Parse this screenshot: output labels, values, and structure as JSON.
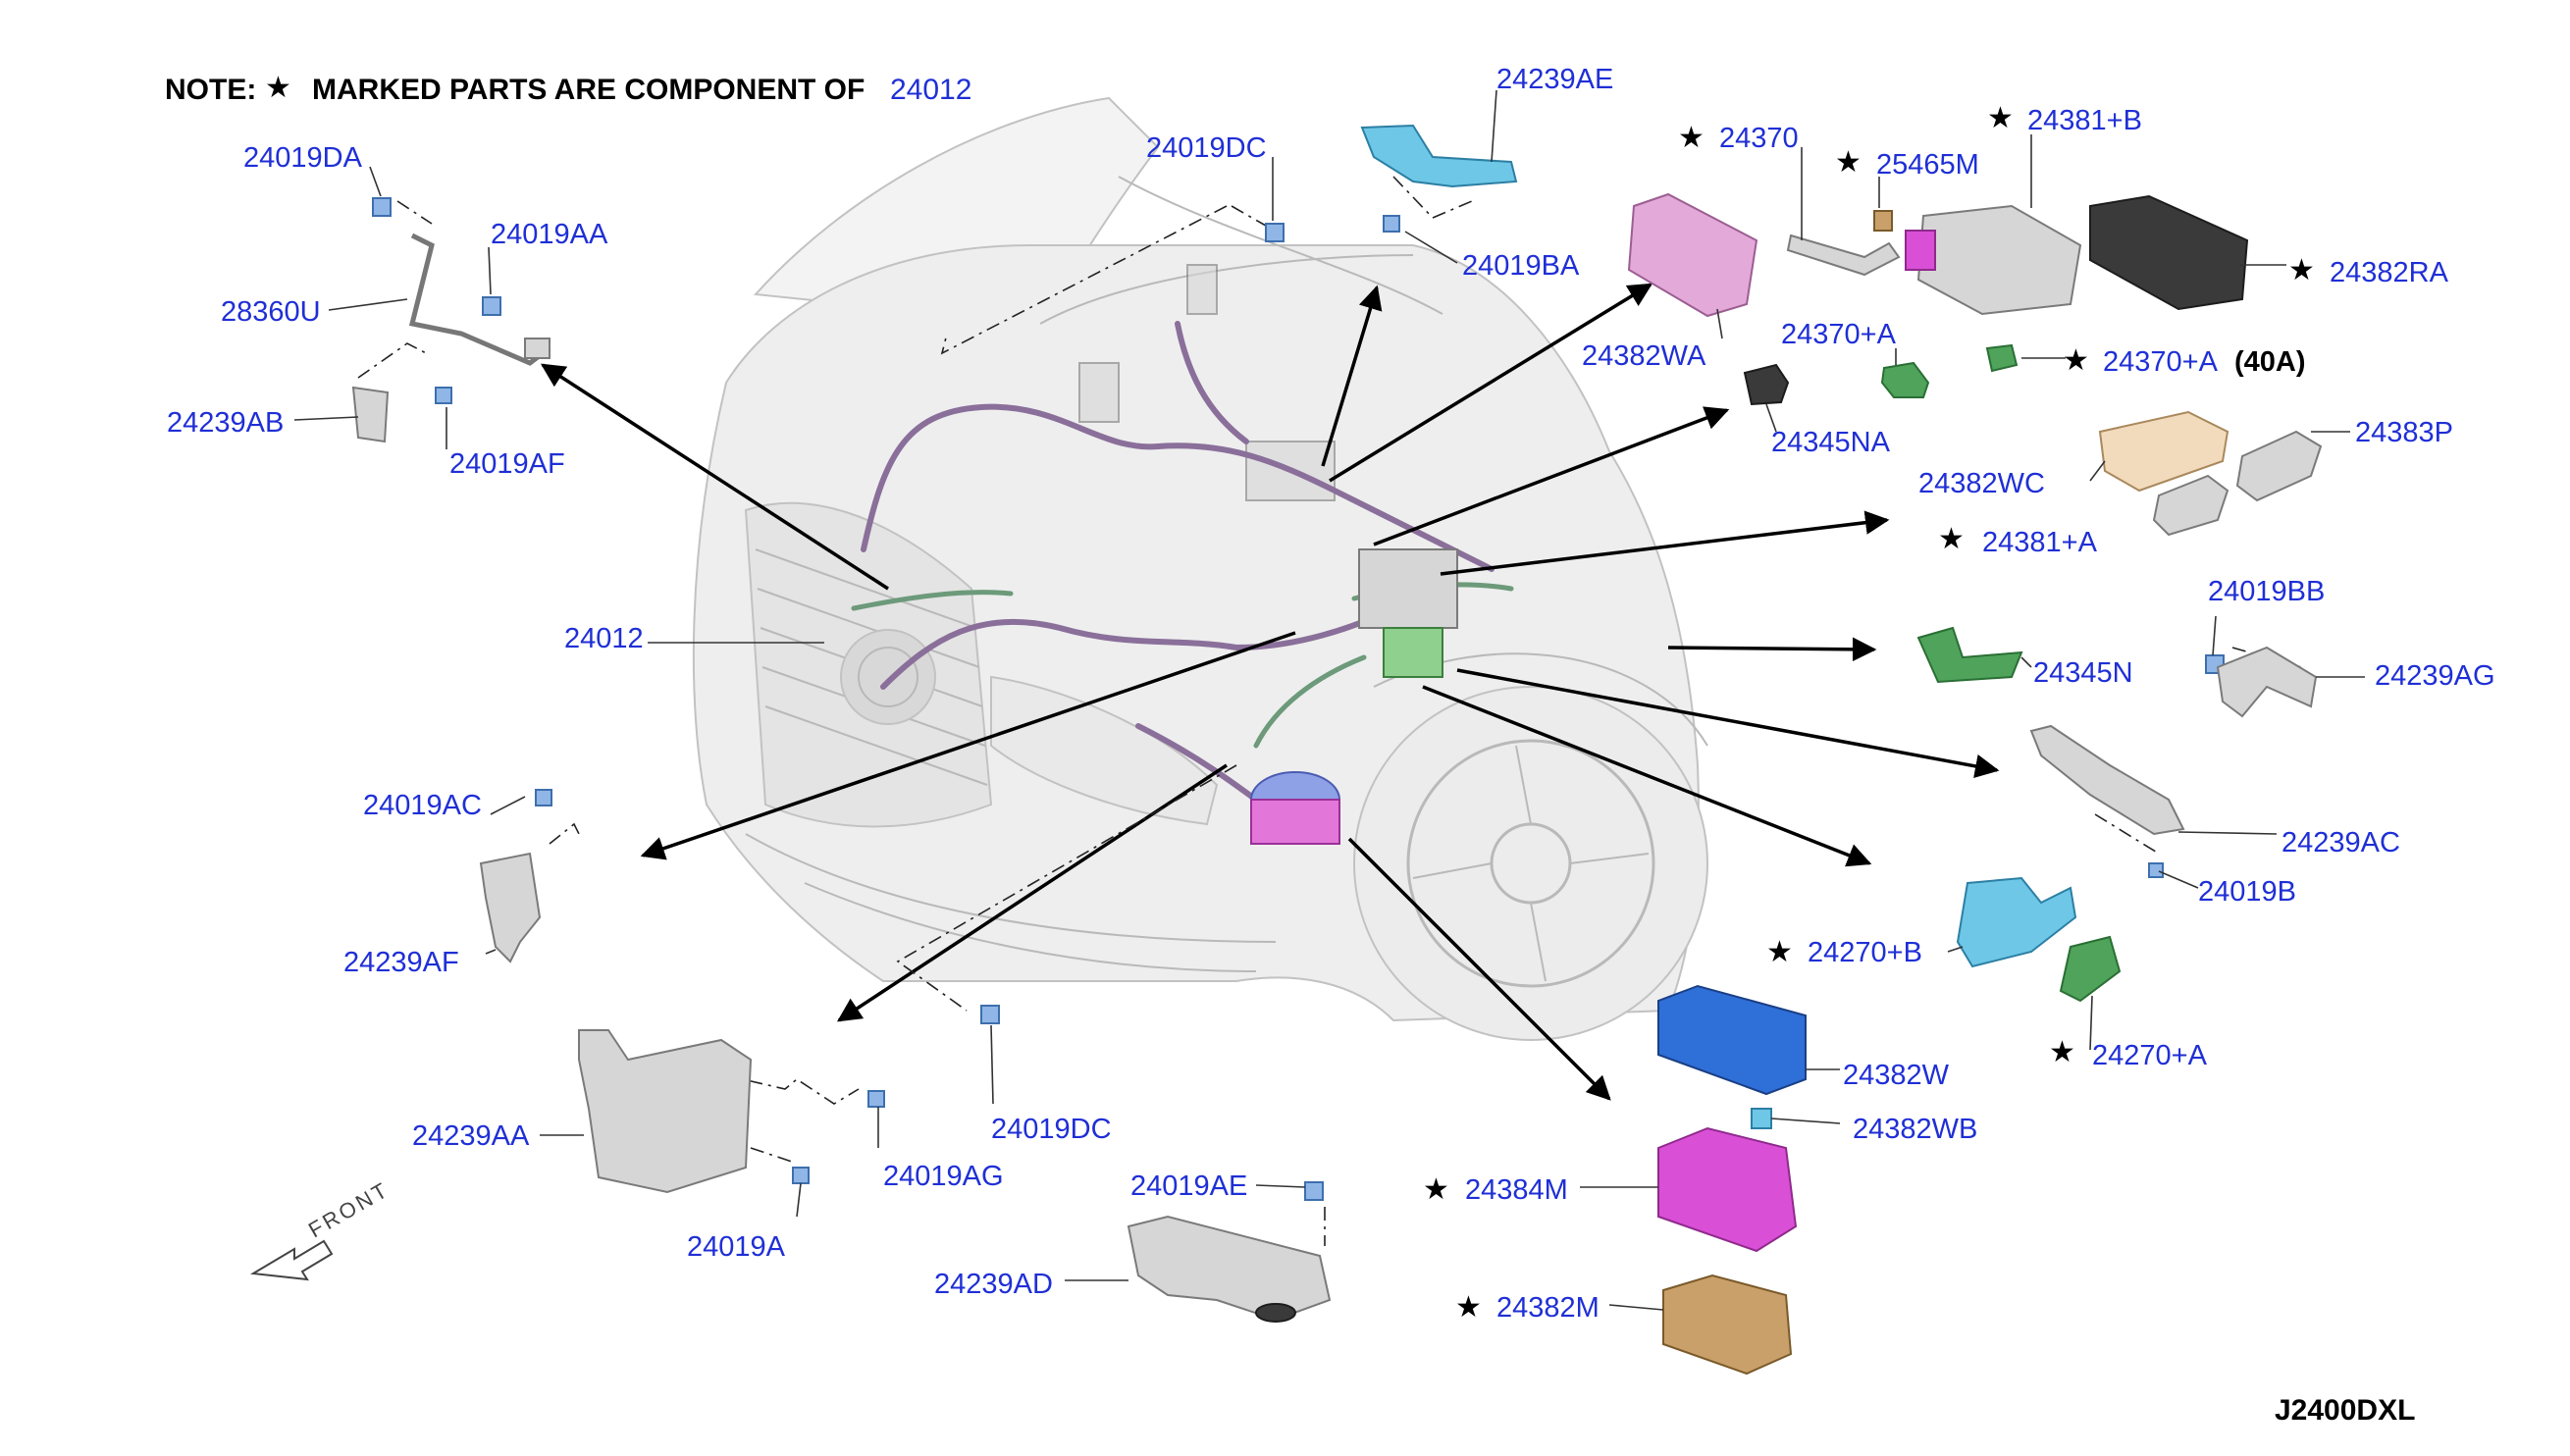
{
  "note": {
    "prefix": "NOTE:",
    "star_symbol": "★",
    "text": "MARKED PARTS ARE COMPONENT OF",
    "ref": "24012"
  },
  "diagram_code": "J2400DXL",
  "front_label": "FRONT",
  "amp_label": "(40A)",
  "colors": {
    "label_blue": "#1f2fd6",
    "part_blue": "#2f6fd8",
    "part_magenta": "#d94fd6",
    "part_tan": "#c9a06a",
    "part_green": "#4fa35a",
    "part_cyan": "#6ec7e6",
    "part_pink": "#e3a9d8"
  },
  "labels": {
    "l_24019DA": "24019DA",
    "l_24019AA": "24019AA",
    "l_28360U": "28360U",
    "l_24239AB": "24239AB",
    "l_24019AF": "24019AF",
    "l_24019DC_top": "24019DC",
    "l_24239AE": "24239AE",
    "l_24019BA": "24019BA",
    "l_24370": "24370",
    "l_25465M": "25465M",
    "l_24381B": "24381+B",
    "l_24382RA": "24382RA",
    "l_24382WA": "24382WA",
    "l_24370A_1": "24370+A",
    "l_24370A_2": "24370+A",
    "l_24345NA": "24345NA",
    "l_24382WC": "24382WC",
    "l_24383P": "24383P",
    "l_24381A": "24381+A",
    "l_24019BB": "24019BB",
    "l_24239AG": "24239AG",
    "l_24345N": "24345N",
    "l_24012": "24012",
    "l_24239AC": "24239AC",
    "l_24019B": "24019B",
    "l_24019AC": "24019AC",
    "l_24239AF": "24239AF",
    "l_24270B": "24270+B",
    "l_24270A": "24270+A",
    "l_24382W": "24382W",
    "l_24382WB": "24382WB",
    "l_24019DC_bot": "24019DC",
    "l_24239AA": "24239AA",
    "l_24019AG": "24019AG",
    "l_24019A": "24019A",
    "l_24019AE": "24019AE",
    "l_24239AD": "24239AD",
    "l_24384M": "24384M",
    "l_24382M": "24382M"
  }
}
